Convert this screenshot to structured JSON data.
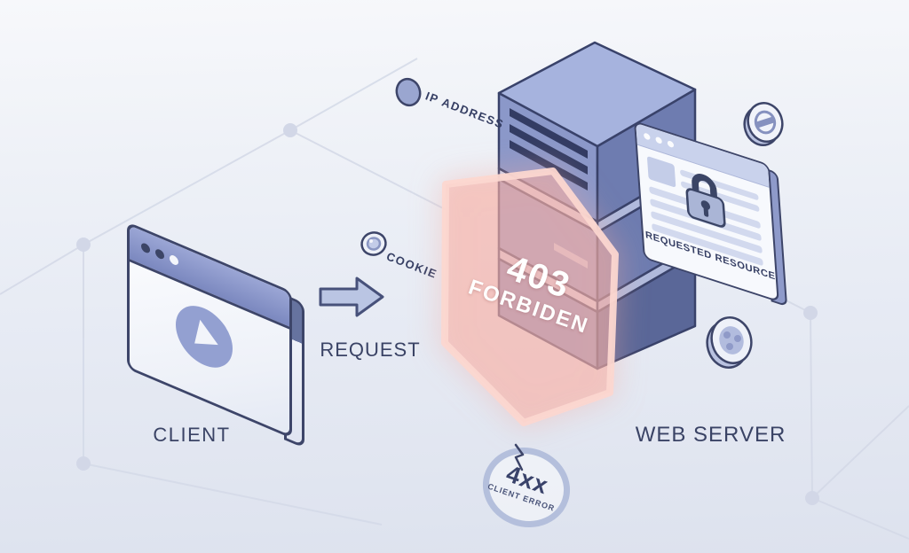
{
  "scene_title": "403 Forbidden request diagram",
  "client": {
    "label": "CLIENT"
  },
  "request": {
    "label": "REQUEST"
  },
  "annotations": {
    "ip_address": "IP ADDRESS",
    "cookie": "COOKIE"
  },
  "shield": {
    "code": "403",
    "name": "FORBIDEN"
  },
  "server": {
    "label": "WEB SERVER"
  },
  "resource_card": {
    "caption": "REQUESTED RESOURCE"
  },
  "status_badge": {
    "code": "4xx",
    "label": "CLIENT ERROR"
  },
  "icons": {
    "client_window": "browser-window-play-icon",
    "arrow": "right-arrow-icon",
    "ip": "ellipse-token-icon",
    "cookie": "donut-ring-icon",
    "prohibited": "no-entry-coin-icon",
    "button": "dotted-coin-icon",
    "lock": "padlock-icon",
    "bolt": "lightning-bolt-icon",
    "server": "isometric-server-tower-icon",
    "shield": "hexagonal-shield-icon"
  },
  "colors": {
    "outline_navy": "#3d4569",
    "text_navy": "#3a4365",
    "server_front": "#8b98c9",
    "server_top": "#a6b3de",
    "server_side": "#6e7cb0",
    "slat_dark": "#333c63",
    "shield_pink_fill": "rgba(249,178,165,0.5)",
    "shield_pink_stroke": "#f9d6cf",
    "badge_ring": "#b4bfdc",
    "background_top": "#f7f8fb",
    "background_bottom": "#dde2ee"
  }
}
